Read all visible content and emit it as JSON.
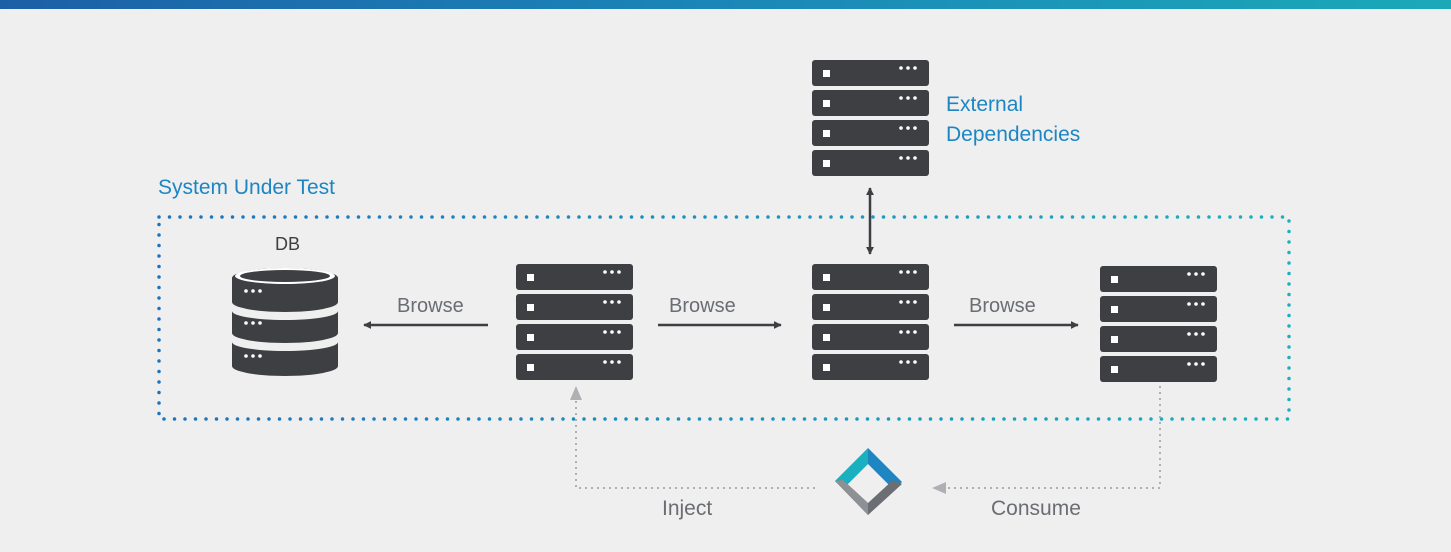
{
  "labels": {
    "external_dependencies": [
      "External",
      "Dependencies"
    ],
    "system_under_test": "System Under Test",
    "db": "DB",
    "browse_1": "Browse",
    "browse_2": "Browse",
    "browse_3": "Browse",
    "inject": "Inject",
    "consume": "Consume"
  },
  "colors": {
    "accent_blue": "#1d86c2",
    "accent_teal": "#1ba9b8",
    "server": "#3e3f42",
    "text_gray": "#6a6d72",
    "background": "#efefef"
  },
  "icons": {
    "server": "server-rack-icon",
    "database": "database-icon",
    "tool_logo": "diamond-logo-icon"
  }
}
